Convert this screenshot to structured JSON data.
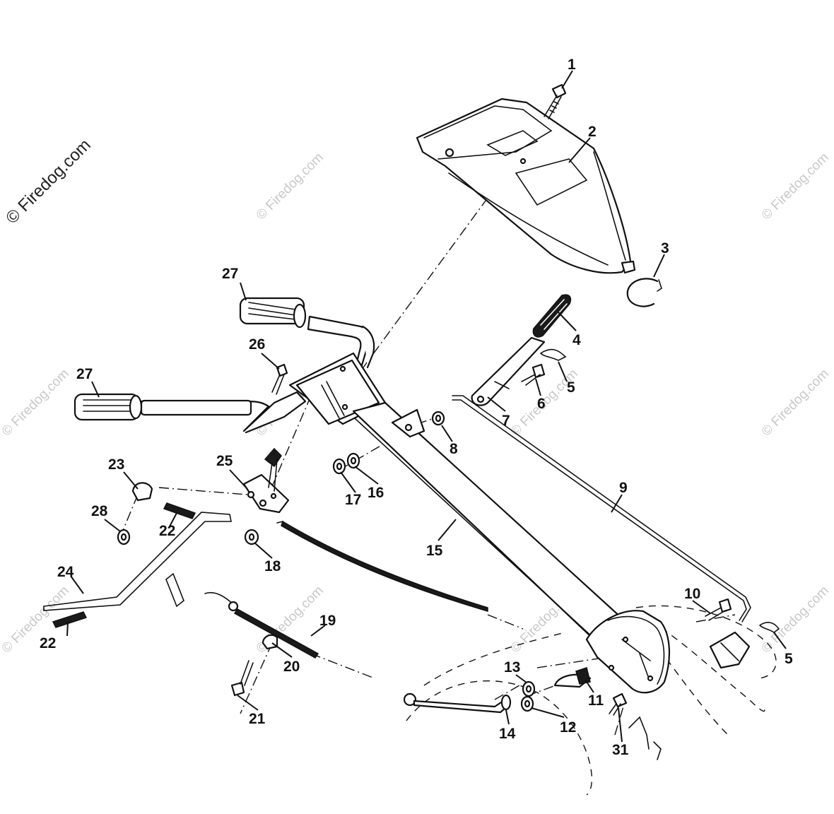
{
  "watermark": {
    "main": "© Firedog.com",
    "repeat": "© Firedog.com"
  },
  "callouts": [
    "1",
    "2",
    "3",
    "4",
    "5",
    "5",
    "6",
    "7",
    "8",
    "9",
    "10",
    "11",
    "12",
    "13",
    "14",
    "15",
    "16",
    "17",
    "18",
    "19",
    "20",
    "21",
    "22",
    "22",
    "23",
    "24",
    "25",
    "26",
    "27",
    "27",
    "28",
    "31"
  ]
}
